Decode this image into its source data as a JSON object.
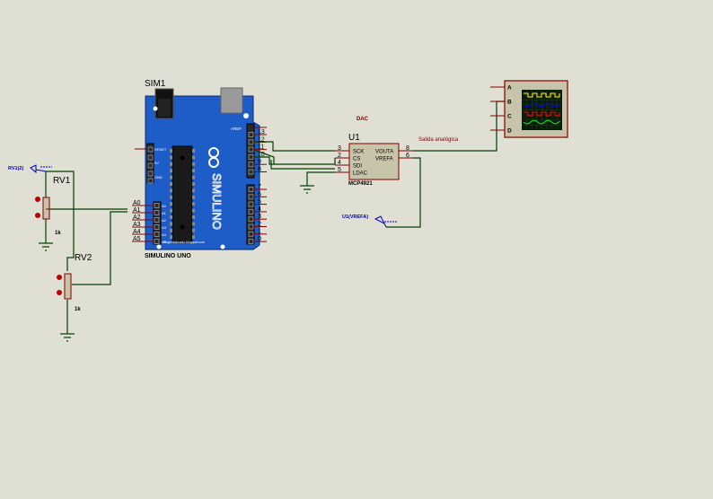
{
  "arduino": {
    "ref": "SIM1",
    "part": "SIMULINO UNO",
    "brand": "SIMULINO",
    "digital_pins_top": [
      "13",
      "12",
      "11",
      "10",
      "9",
      "8"
    ],
    "digital_pins_bottom": [
      "7",
      "6",
      "5",
      "4",
      "3",
      "2",
      "1",
      "0"
    ],
    "analog_pins": [
      "A0",
      "A1",
      "A2",
      "A3",
      "A4",
      "A5"
    ],
    "aref_label": "AREF",
    "power_labels": [
      "RESET",
      "5V",
      "GND"
    ],
    "url_text": "blogembarcado.blogspot.com"
  },
  "dac": {
    "title": "DAC",
    "ref": "U1",
    "part": "MCP4921",
    "left_pins": [
      {
        "num": "3",
        "name": "SCK"
      },
      {
        "num": "2",
        "name": "CS"
      },
      {
        "num": "4",
        "name": "SDI"
      },
      {
        "num": "5",
        "name": "LDAC"
      }
    ],
    "right_pins": [
      {
        "num": "8",
        "name": "VOUTA"
      },
      {
        "num": "6",
        "name": "VREFA"
      }
    ],
    "output_label": "Salida analógica"
  },
  "scope": {
    "channels": [
      "A",
      "B",
      "C",
      "D"
    ],
    "colors": [
      "#ffff00",
      "#0000ff",
      "#ff0000",
      "#00ff00"
    ]
  },
  "pots": [
    {
      "ref": "RV1",
      "value": "1k",
      "terminal_label": "RV1(2)"
    },
    {
      "ref": "RV2",
      "value": "1k"
    }
  ],
  "vref_terminal": "U1(VREFA)",
  "colors": {
    "background": "#dfdfd3",
    "wire": "#004000",
    "pin": "#800000",
    "board": "#1e5cc8",
    "terminal": "#0000c0",
    "component_fill": "#c8c4aa"
  }
}
